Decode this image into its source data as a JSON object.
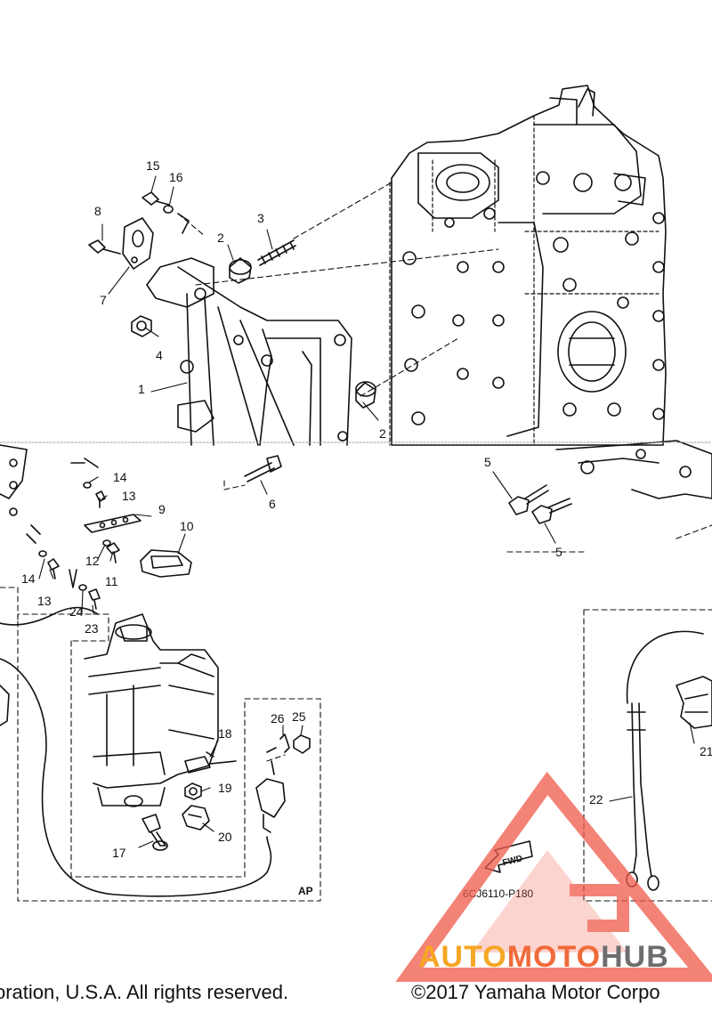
{
  "diagram": {
    "callouts": [
      "1",
      "2",
      "2",
      "3",
      "4",
      "5",
      "5",
      "6",
      "7",
      "8",
      "9",
      "10",
      "11",
      "12",
      "13",
      "13",
      "14",
      "14",
      "15",
      "16",
      "17",
      "18",
      "19",
      "20",
      "21",
      "22",
      "23",
      "24",
      "25",
      "26"
    ],
    "labels": {
      "ap": "AP",
      "fwd": "FWD",
      "part_code": "6CJ6110-P180"
    }
  },
  "footer": {
    "copyright_left": "oration, U.S.A. All rights reserved.",
    "copyright_right": "©2017 Yamaha Motor Corpo"
  },
  "watermark": {
    "part1": "AUTO",
    "part2": "MOTO",
    "part3": "HUB",
    "colors": {
      "auto": "#f5a623",
      "moto": "#f06a3a",
      "hub": "#6d6d6d",
      "triangle": "#f05a4a"
    }
  }
}
